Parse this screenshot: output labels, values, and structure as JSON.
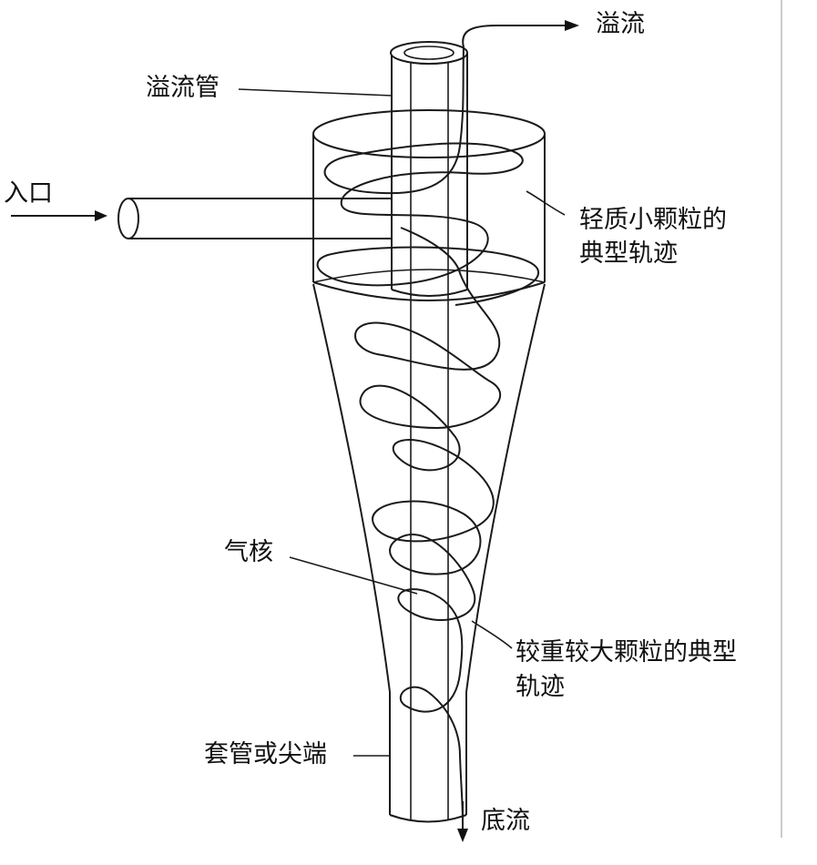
{
  "labels": {
    "overflow": "溢流",
    "overflow_pipe": "溢流管",
    "inlet": "入口",
    "light_particles_line1": "轻质小颗粒的",
    "light_particles_line2": "典型轨迹",
    "air_core": "气核",
    "heavy_particles_line1": "较重较大颗粒的典型",
    "heavy_particles_line2": "轨迹",
    "spigot": "套管或尖端",
    "underflow": "底流"
  }
}
